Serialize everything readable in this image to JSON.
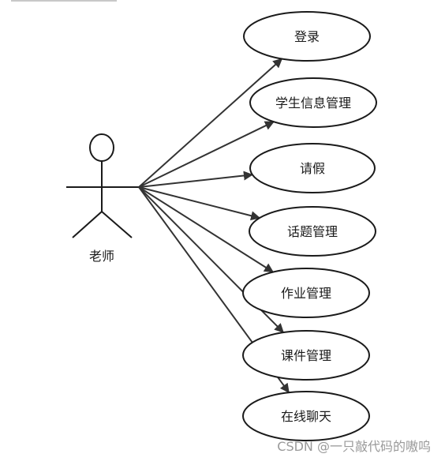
{
  "actor": {
    "label": "老师"
  },
  "use_cases": [
    {
      "label": "登录"
    },
    {
      "label": "学生信息管理"
    },
    {
      "label": "请假"
    },
    {
      "label": "话题管理"
    },
    {
      "label": "作业管理"
    },
    {
      "label": "课件管理"
    },
    {
      "label": "在线聊天"
    }
  ],
  "watermark": "CSDN @一只敲代码的嗷呜",
  "colors": {
    "line": "#333333",
    "stroke": "#1a1a1a",
    "watermark": "#9a9a9a"
  }
}
